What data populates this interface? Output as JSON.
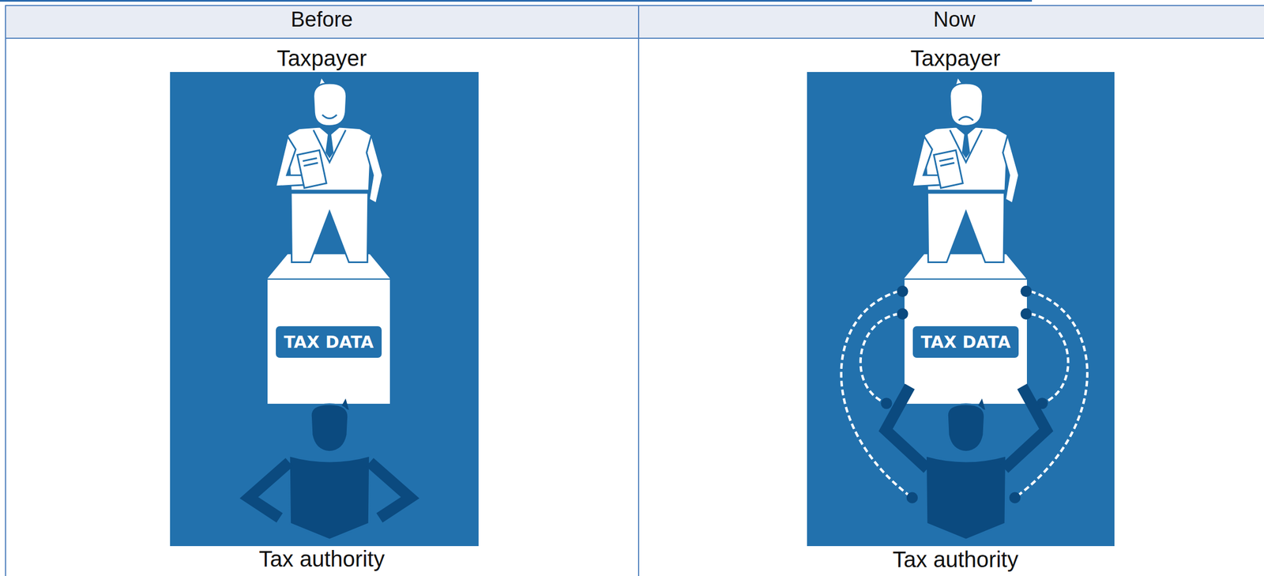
{
  "diagram": {
    "nodes": [
      {
        "text": [
          "TAX DATA"
        ]
      },
      {
        "text": [
          "TAX DATA"
        ]
      }
    ],
    "labels": [
      "Before",
      "Now",
      "Taxpayer",
      "Taxpayer",
      "Tax authority",
      "Tax authority"
    ]
  }
}
